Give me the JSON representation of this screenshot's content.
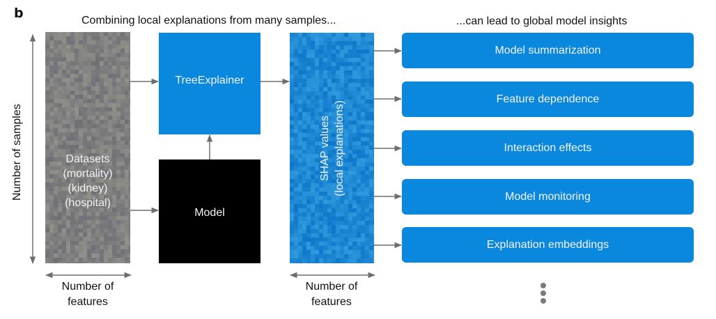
{
  "panel_label": "b",
  "headings": {
    "left": "Combining local explanations from many samples...",
    "right": "...can lead to global model insights"
  },
  "axes": {
    "samples": "Number of samples",
    "features_left": [
      "Number of",
      "features"
    ],
    "features_right": [
      "Number of",
      "features"
    ]
  },
  "datasets": {
    "lines": [
      "Datasets",
      "(mortality)",
      "(kidney)",
      "(hospital)"
    ]
  },
  "tree_explainer": {
    "label": "TreeExplainer"
  },
  "model": {
    "label": "Model"
  },
  "shap": {
    "lines": [
      "SHAP values",
      "(local explanations)"
    ]
  },
  "insights": [
    {
      "label": "Model summarization"
    },
    {
      "label": "Feature dependence"
    },
    {
      "label": "Interaction effects"
    },
    {
      "label": "Model monitoring"
    },
    {
      "label": "Explanation embeddings"
    }
  ],
  "continuation": "more-insights-ellipsis",
  "colors": {
    "accent_blue": "#0a88de",
    "shap_blue": "#1a87d6",
    "dataset_gray": "#808080",
    "model_black": "#000000",
    "arrow_gray": "#6e6e6e"
  }
}
